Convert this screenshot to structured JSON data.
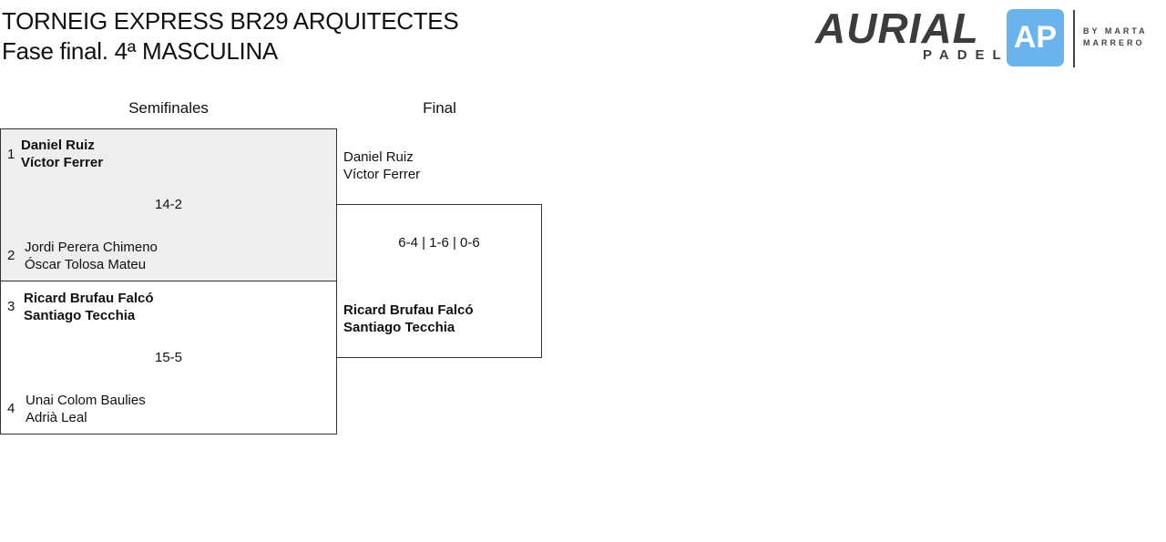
{
  "header": {
    "title": "TORNEIG EXPRESS BR29 ARQUITECTES",
    "subtitle": "Fase final. 4ª MASCULINA"
  },
  "logo": {
    "brand": "AURIAL",
    "sub": "PADEL",
    "tagline1": "BY MARTA",
    "tagline2": "MARRERO",
    "mark": "AP",
    "color": "#6ab4ee"
  },
  "rounds": [
    "Semifinales",
    "Final"
  ],
  "semis": [
    {
      "teamA": {
        "seed": "1",
        "p1": "Daniel Ruiz",
        "p2": "Víctor Ferrer"
      },
      "teamB": {
        "seed": "2",
        "p1": "Jordi Perera Chimeno",
        "p2": "Óscar Tolosa Mateu"
      },
      "score": "14-2"
    },
    {
      "teamA": {
        "seed": "3",
        "p1": "Ricard Brufau Falcó",
        "p2": "Santiago Tecchia"
      },
      "teamB": {
        "seed": "4",
        "p1": "Unai Colom Baulies",
        "p2": "Adrià Leal"
      },
      "score": "15-5"
    }
  ],
  "final": {
    "teamA": {
      "p1": "Daniel Ruiz",
      "p2": "Víctor Ferrer"
    },
    "teamB": {
      "p1": "Ricard Brufau Falcó",
      "p2": "Santiago Tecchia"
    },
    "score": "6-4 | 1-6 | 0-6"
  }
}
